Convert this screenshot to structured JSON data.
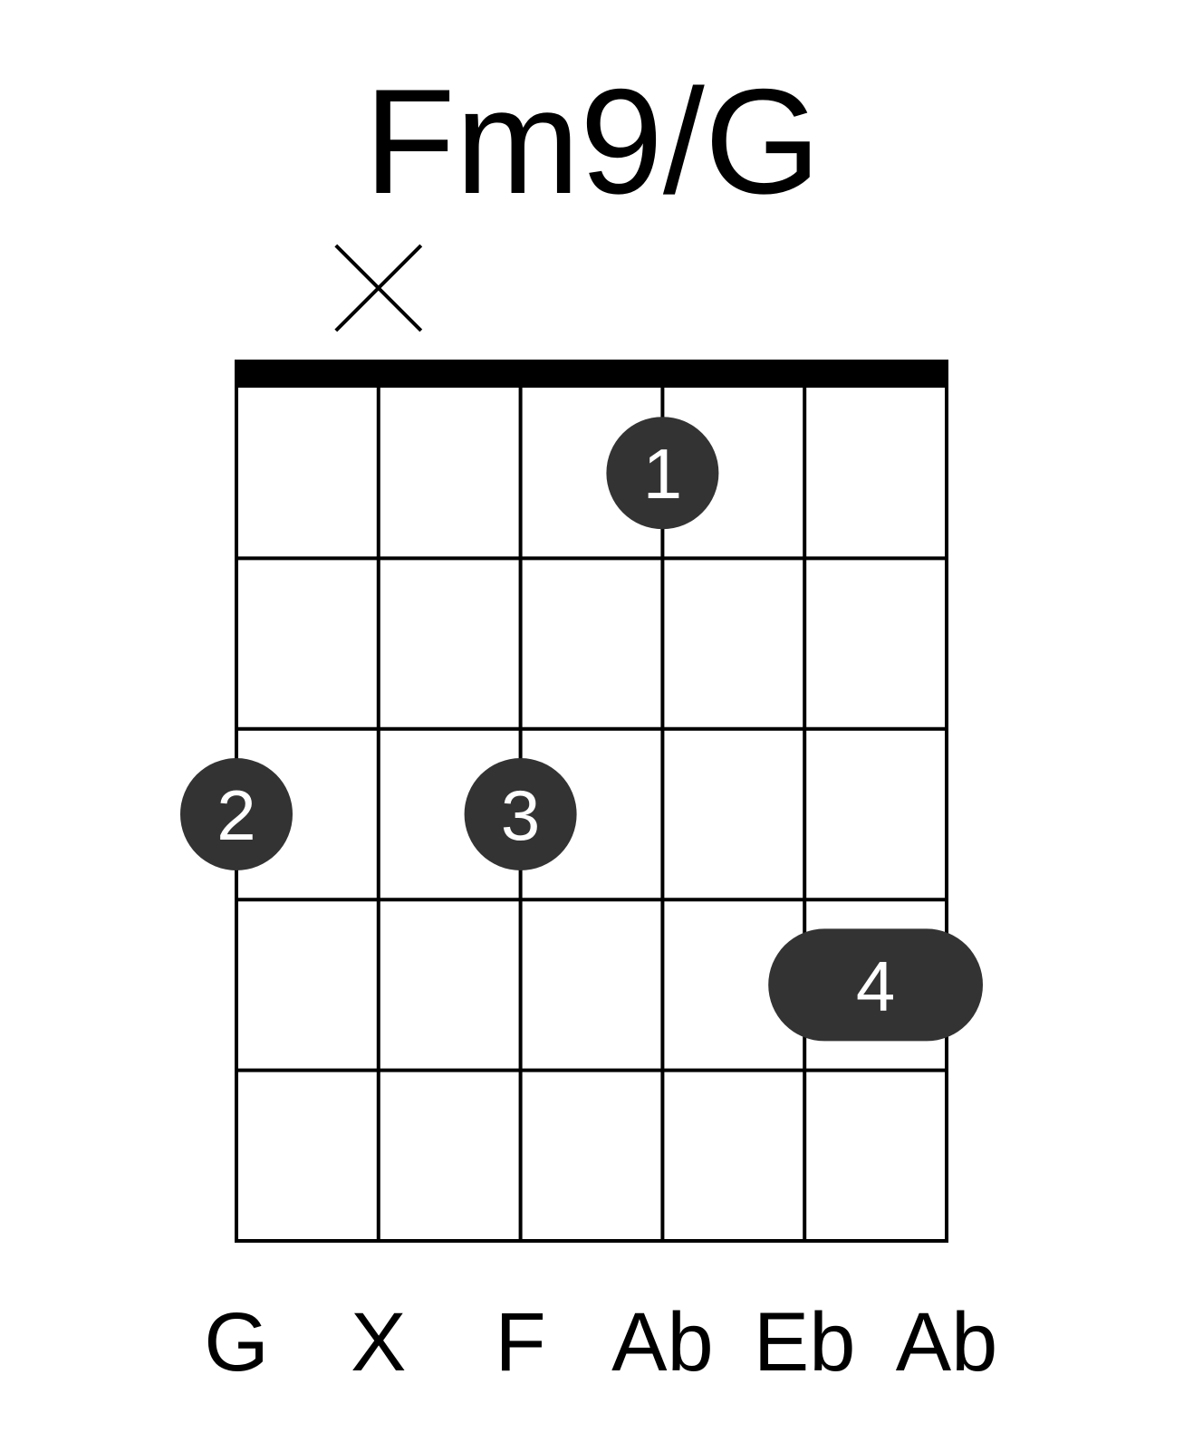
{
  "chord": {
    "name": "Fm9/G"
  },
  "diagram": {
    "num_strings": 6,
    "num_frets": 5,
    "string_notes": [
      "G",
      "X",
      "F",
      "Ab",
      "Eb",
      "Ab"
    ],
    "muted_strings": [
      2
    ],
    "fingers": [
      {
        "label": "1",
        "string": 4,
        "fret": 1
      },
      {
        "label": "2",
        "string": 1,
        "fret": 3
      },
      {
        "label": "3",
        "string": 3,
        "fret": 3
      },
      {
        "label": "4",
        "string_from": 5,
        "string_to": 6,
        "fret": 4,
        "barre": true
      }
    ],
    "colors": {
      "line": "#000000",
      "dot": "#333333",
      "dot_text": "#ffffff"
    }
  }
}
